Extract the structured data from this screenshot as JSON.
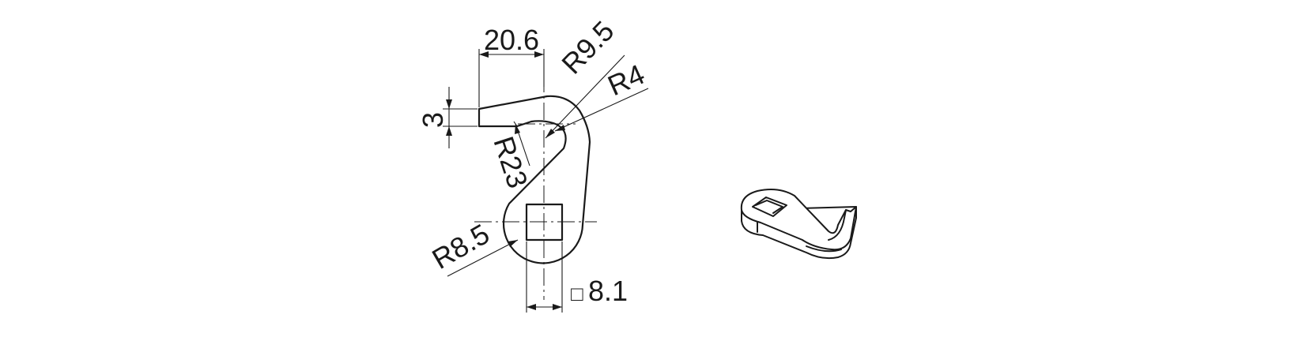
{
  "dimensions": {
    "width": "20.6",
    "thickness": "3",
    "r_outer_top": "R9.5",
    "r_inner_top": "R4",
    "r_arc": "R23",
    "r_bottom": "R8.5",
    "square": "8.1",
    "square_symbol": "□"
  }
}
